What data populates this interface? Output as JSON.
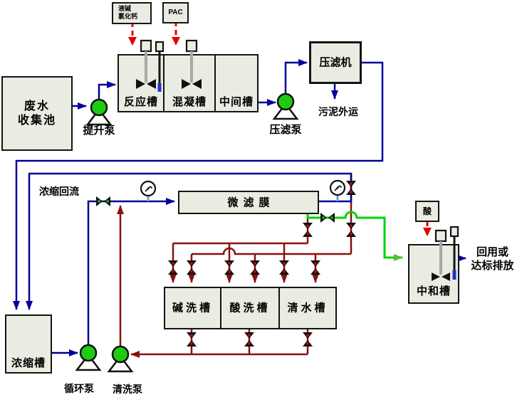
{
  "diagram": {
    "type": "process-flow-diagram",
    "subject": "wastewater treatment system",
    "colors": {
      "process_pipe_blue": "#000099",
      "wash_drain_pipe_red": "#8B0F0F",
      "permeate_pipe_green": "#00D300",
      "dosing_arrow_red": "#E80000",
      "pump_fill_green": "#1ECC12",
      "tank_fill": "#E9ECE1",
      "valve_dot_red": "#E00000",
      "valve_dot_green": "#18C618",
      "gauge_stem_blue": "#7B9BD2"
    }
  },
  "equipment": {
    "waste_pool": {
      "line1": "废水",
      "line2": "收集池"
    },
    "dosing_caustic": {
      "line1": "液碱",
      "line2": "氯化钙"
    },
    "dosing_pac": {
      "label": "PAC"
    },
    "reaction_tank": {
      "label": "反应槽"
    },
    "coagulation_tank": {
      "label": "混凝槽"
    },
    "intermediate_tank": {
      "label": "中间槽"
    },
    "filter_press": {
      "label": "压滤机"
    },
    "membrane": {
      "label": "微滤膜"
    },
    "alkali_wash_tank": {
      "label": "碱洗槽"
    },
    "acid_wash_tank": {
      "label": "酸洗槽"
    },
    "clean_water_tank": {
      "label": "清水槽"
    },
    "concentrate_tank": {
      "label": "浓缩槽"
    },
    "acid_box": {
      "label": "酸"
    },
    "neutralization_tank": {
      "label": "中和槽"
    }
  },
  "labels": {
    "lift_pump": "提升泵",
    "filter_press_pump": "压滤泵",
    "sludge_out": "污泥外运",
    "concentrate_reflux": "浓缩回流",
    "circulation_pump": "循环泵",
    "cleaning_pump": "清洗泵",
    "effluent_line1": "回用或",
    "effluent_line2": "达标排放"
  }
}
